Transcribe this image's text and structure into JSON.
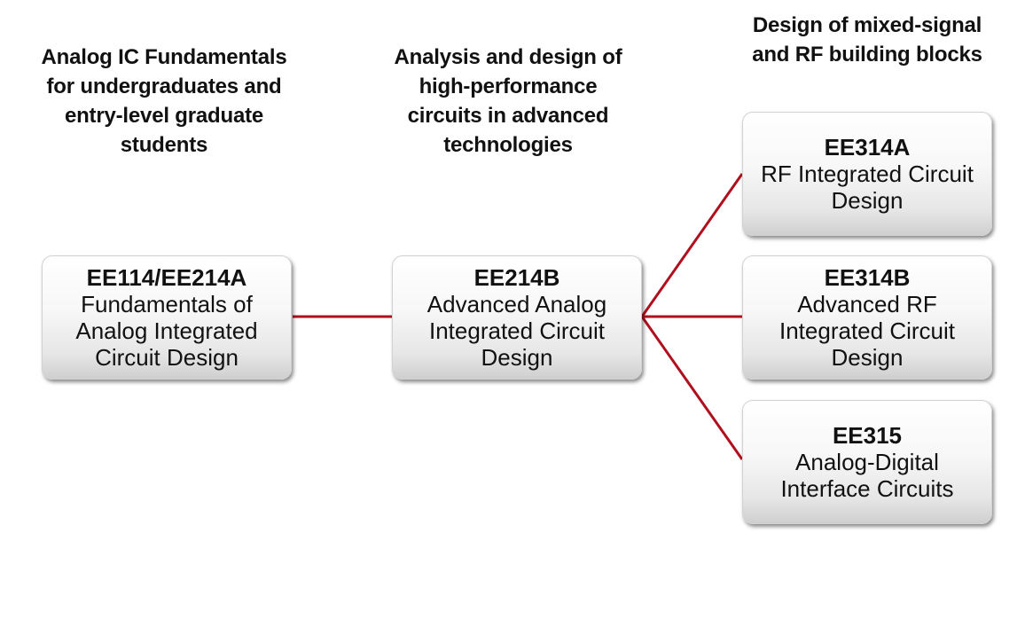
{
  "headings": [
    "Analog IC Fundamentals\nfor undergraduates and\nentry-level graduate\nstudents",
    "Analysis and design of\nhigh-performance\ncircuits in advanced\ntechnologies",
    "Design of mixed-signal\nand RF building blocks"
  ],
  "courses": [
    {
      "code": "EE114/EE214A",
      "title": "Fundamentals of\nAnalog Integrated\nCircuit Design"
    },
    {
      "code": "EE214B",
      "title": "Advanced Analog\nIntegrated Circuit\nDesign"
    },
    {
      "code": "EE314A",
      "title": "RF Integrated Circuit\nDesign"
    },
    {
      "code": "EE314B",
      "title": "Advanced RF\nIntegrated Circuit\nDesign"
    },
    {
      "code": "EE315",
      "title": "Analog-Digital\nInterface Circuits"
    }
  ],
  "links": [
    {
      "from": "EE114/EE214A",
      "to": "EE214B"
    },
    {
      "from": "EE214B",
      "to": "EE314A"
    },
    {
      "from": "EE214B",
      "to": "EE314B"
    },
    {
      "from": "EE214B",
      "to": "EE315"
    }
  ],
  "colors": {
    "connector": "#b0101e"
  }
}
